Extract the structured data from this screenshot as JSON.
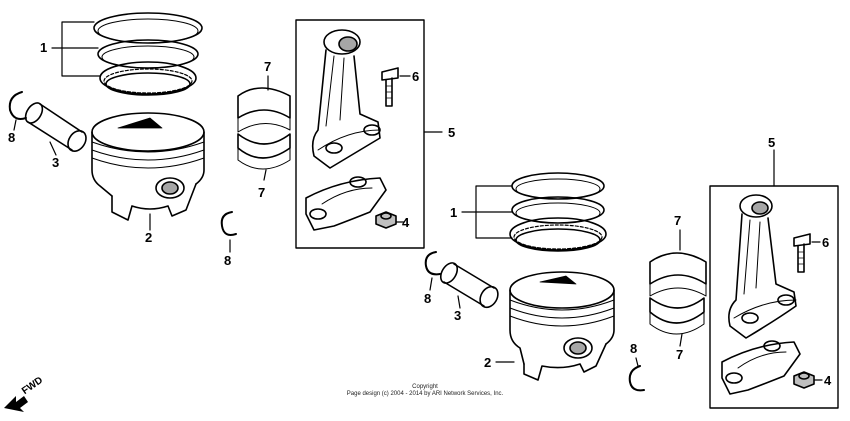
{
  "part_labels": {
    "piston_rings": "1",
    "piston": "2",
    "piston_pin": "3",
    "bearing_cap_nut": "4",
    "connecting_rod_assembly": "5",
    "connecting_rod_bolt": "6",
    "connecting_rod_bearing": "7",
    "piston_pin_clip": "8"
  },
  "direction_indicator": "FWD",
  "copyright": {
    "line1": "Copyright",
    "line2": "Page design (c) 2004 - 2014 by ARI Network Services, Inc."
  }
}
